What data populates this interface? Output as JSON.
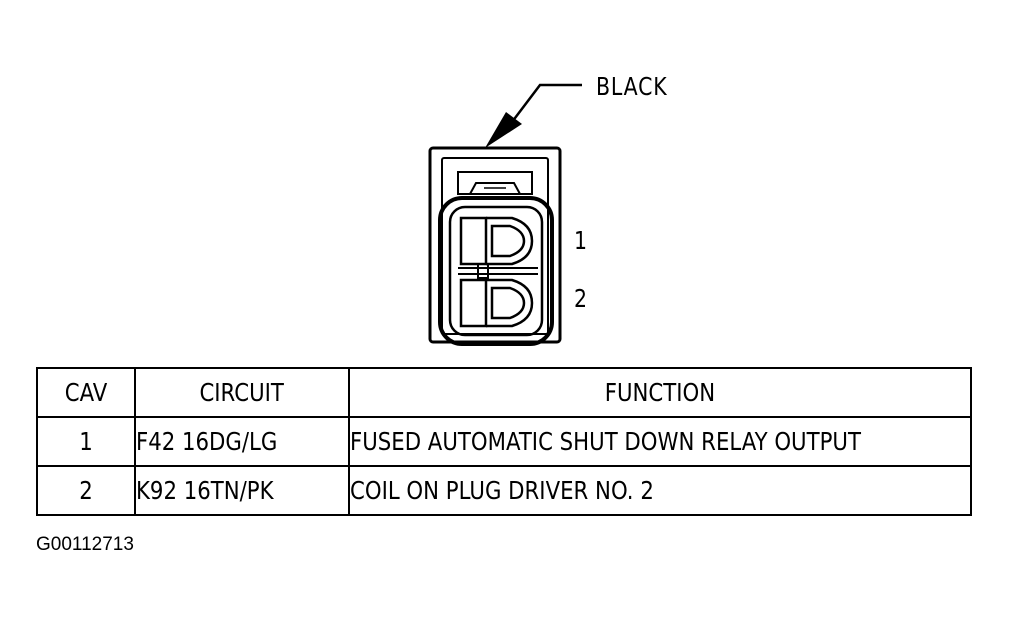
{
  "callouts": {
    "color_label": "BLACK",
    "pin_1": "1",
    "pin_2": "2"
  },
  "table": {
    "headers": {
      "cav": "CAV",
      "circuit": "CIRCUIT",
      "function": "FUNCTION"
    },
    "rows": [
      {
        "cav": "1",
        "circuit": "F42 16DG/LG",
        "function": "FUSED AUTOMATIC SHUT DOWN RELAY OUTPUT"
      },
      {
        "cav": "2",
        "circuit": "K92 16TN/PK",
        "function": "COIL ON PLUG DRIVER NO. 2"
      }
    ]
  },
  "figure_code": "G00112713",
  "colors": {
    "ink": "#000000",
    "paper": "#ffffff"
  }
}
